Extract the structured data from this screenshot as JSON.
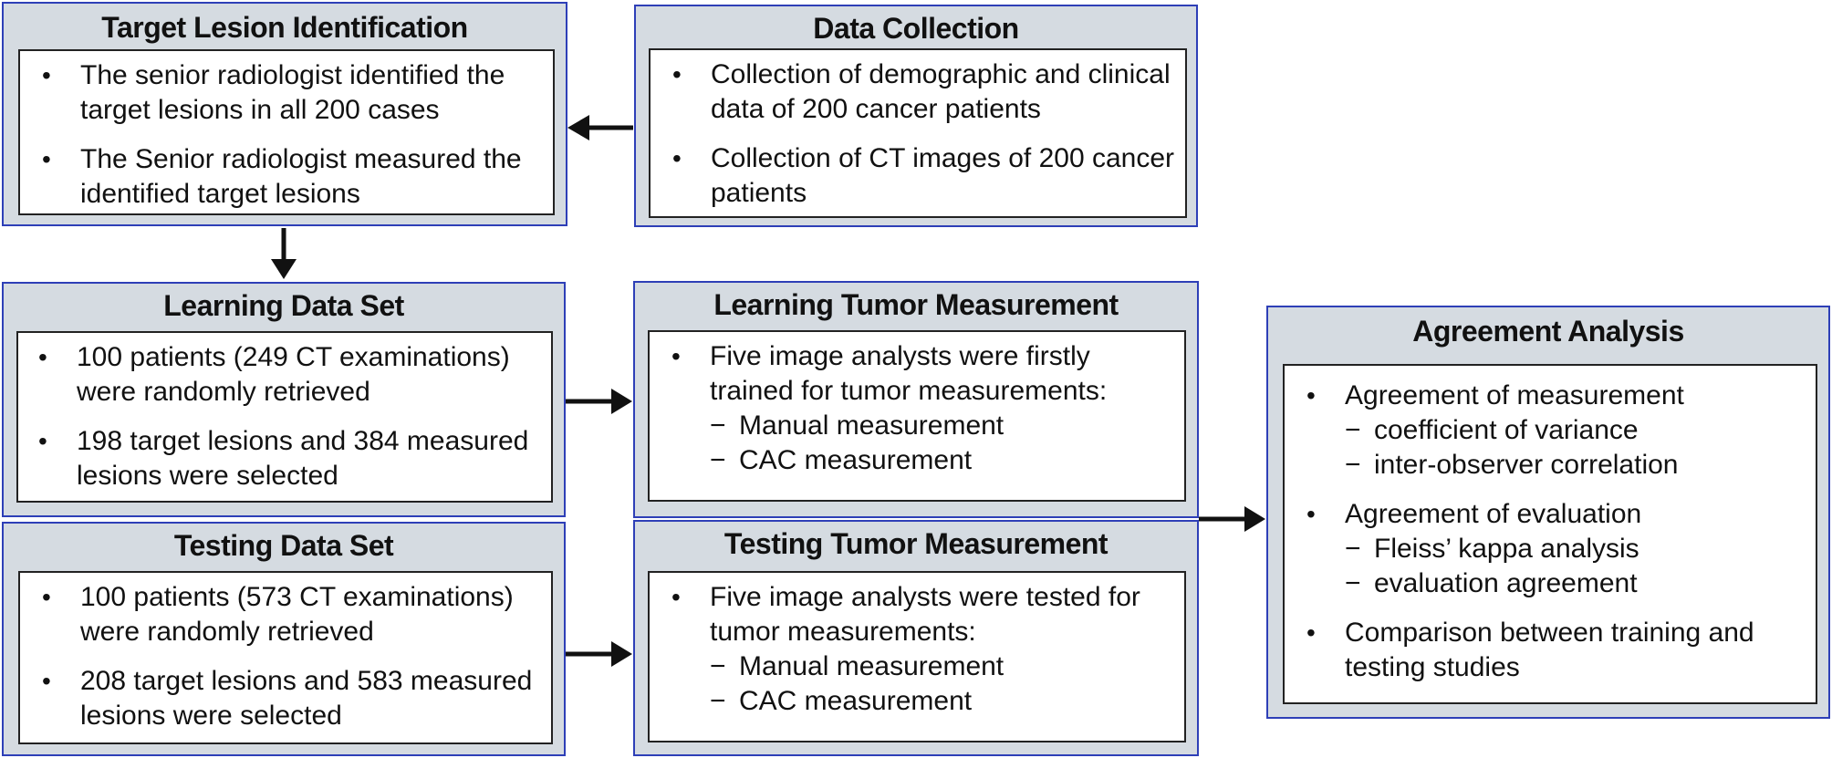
{
  "target_lesion": {
    "title": "Target Lesion Identification",
    "items": [
      "The senior radiologist identified the target lesions in all 200 cases",
      "The Senior radiologist measured the identified target lesions"
    ]
  },
  "data_collection": {
    "title": "Data Collection",
    "items": [
      "Collection of demographic and clinical data of 200 cancer patients",
      "Collection of CT images of 200 cancer patients"
    ]
  },
  "learning_set": {
    "title": "Learning Data Set",
    "items": [
      "100 patients (249 CT examinations) were randomly retrieved",
      "198 target lesions and 384 measured lesions were selected"
    ]
  },
  "learning_measure": {
    "title": "Learning Tumor Measurement",
    "item": "Five image analysts were firstly trained for tumor measurements:",
    "sub": [
      "Manual measurement",
      "CAC measurement"
    ]
  },
  "testing_set": {
    "title": "Testing Data Set",
    "items": [
      "100 patients (573 CT examinations) were randomly retrieved",
      "208 target lesions and 583 measured lesions were selected"
    ]
  },
  "testing_measure": {
    "title": "Testing Tumor Measurement",
    "item": "Five image analysts were tested for tumor measurements:",
    "sub": [
      "Manual measurement",
      "CAC measurement"
    ]
  },
  "agreement": {
    "title": "Agreement Analysis",
    "item1": "Agreement of measurement",
    "sub1": [
      "coefficient of variance",
      "inter-observer correlation"
    ],
    "item2": "Agreement of evaluation",
    "sub2": [
      "Fleiss’ kappa analysis",
      "evaluation agreement"
    ],
    "item3": "Comparison between training and testing studies"
  },
  "colors": {
    "panel_fill": "#d5dbe1",
    "panel_border": "#2e3fb7",
    "arrow": "#111111"
  }
}
